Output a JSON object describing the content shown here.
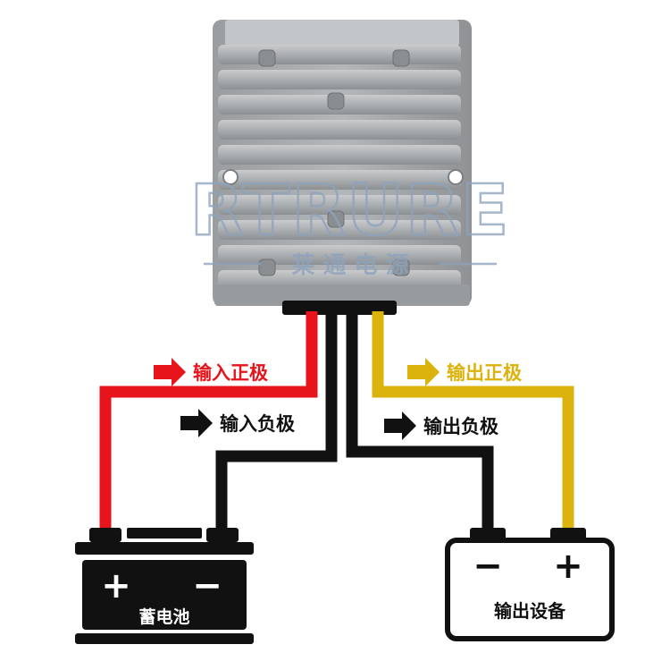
{
  "watermark": {
    "brand": "RTRURE",
    "subtitle": "莱 通 电 源"
  },
  "labels": {
    "input_positive": "输入正极",
    "input_negative": "输入负极",
    "output_positive": "输出正极",
    "output_negative": "输出负极"
  },
  "battery": {
    "plus": "+",
    "minus": "−",
    "name": "蓄电池"
  },
  "device": {
    "minus": "−",
    "plus": "+",
    "name": "输出设备"
  },
  "colors": {
    "positive_in": "#e8141b",
    "negative": "#111111",
    "positive_out": "#dcb20c",
    "housing": "#a9acae",
    "watermark": "#8ea3bd"
  }
}
